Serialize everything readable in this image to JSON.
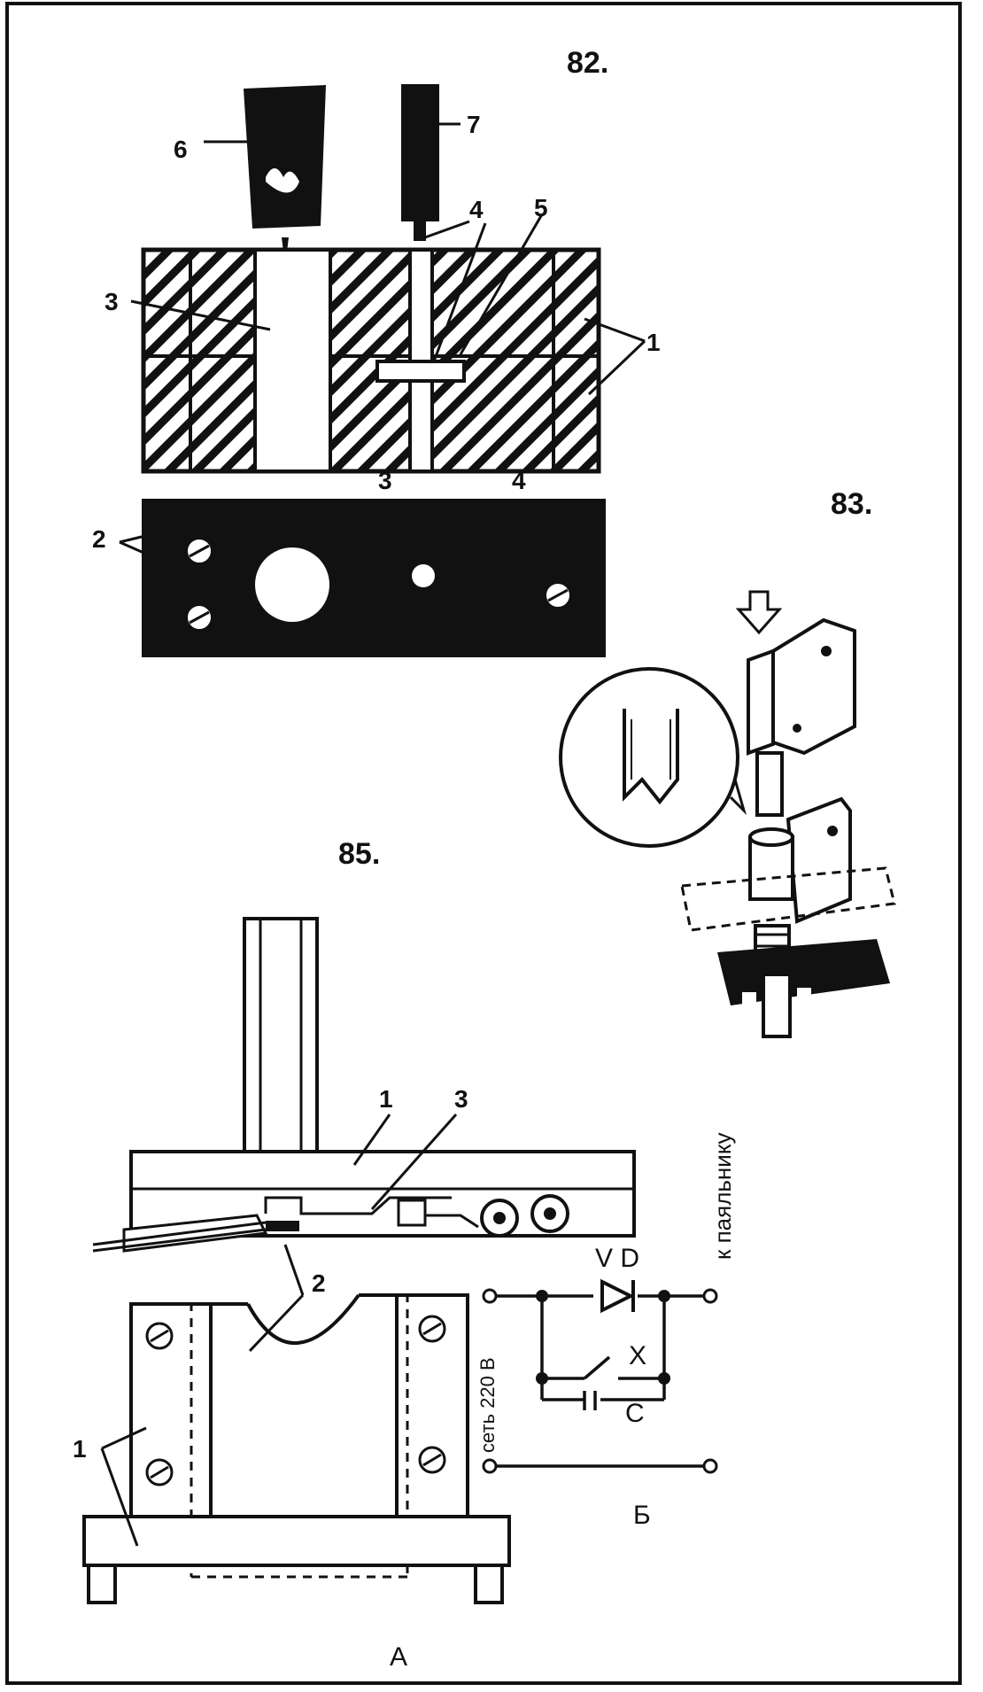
{
  "figures": {
    "fig82": {
      "number": "82.",
      "labels": {
        "l1": "1",
        "l2": "2",
        "l3a": "3",
        "l3b": "3",
        "l4a": "4",
        "l4b": "4",
        "l5": "5",
        "l6": "6",
        "l7": "7"
      }
    },
    "fig83": {
      "number": "83."
    },
    "fig85": {
      "number": "85.",
      "labels": {
        "l1a": "1",
        "l1b": "1",
        "l2": "2",
        "l3": "3",
        "panel_a": "А"
      },
      "circuit": {
        "vd": "V D",
        "x": "X",
        "c": "C",
        "mains": "сеть 220 В",
        "to_iron": "к паяльнику",
        "panel_b": "Б"
      }
    }
  },
  "colors": {
    "ink": "#111111",
    "paper": "#ffffff"
  }
}
